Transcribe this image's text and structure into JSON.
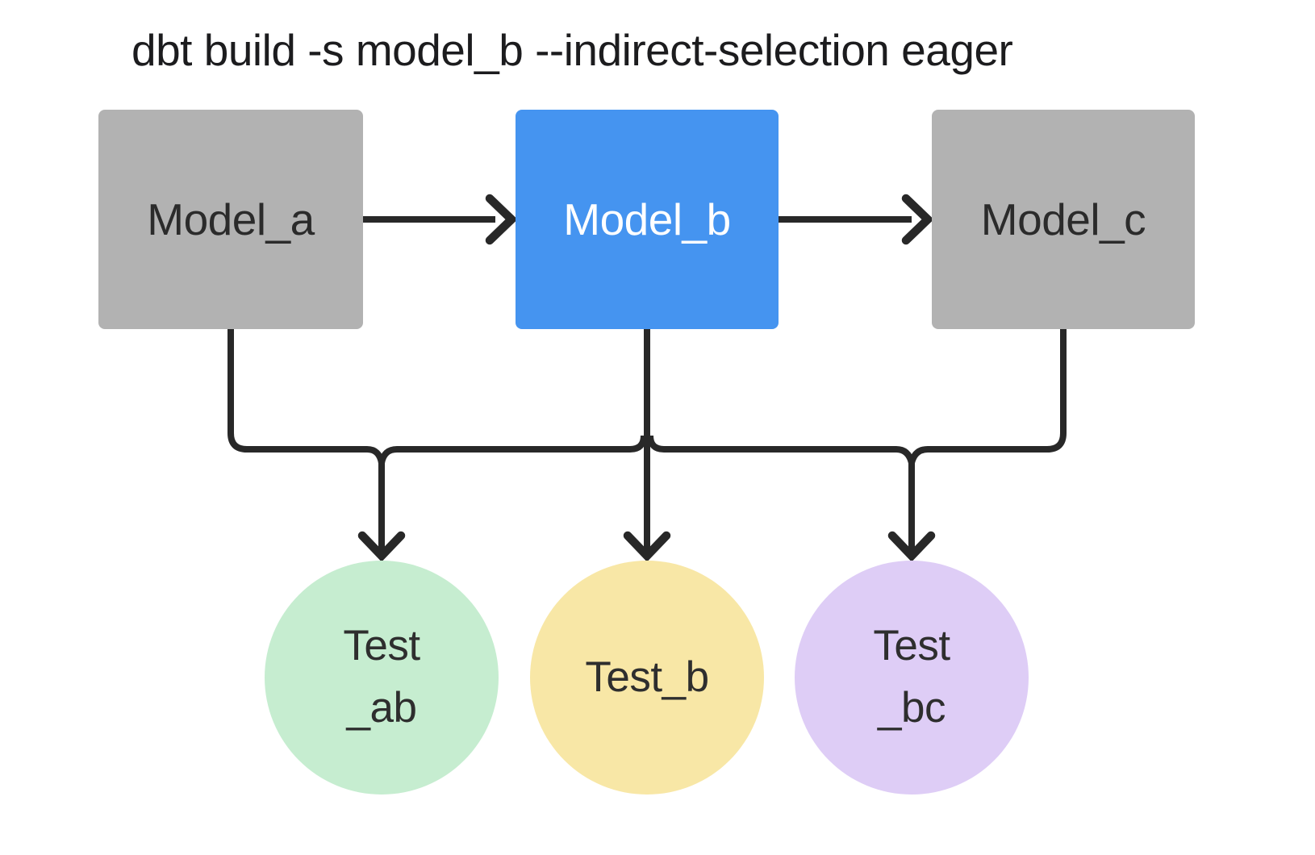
{
  "title": "dbt build -s model_b --indirect-selection eager",
  "diagram": {
    "models": [
      {
        "label": "Model_a",
        "fill": "#b2b2b2",
        "text_color": "#2b2b2b",
        "selected": false
      },
      {
        "label": "Model_b",
        "fill": "#4594f0",
        "text_color": "#ffffff",
        "selected": true
      },
      {
        "label": "Model_c",
        "fill": "#b2b2b2",
        "text_color": "#2b2b2b",
        "selected": false
      }
    ],
    "tests": [
      {
        "line1": "Test",
        "line2": "_ab",
        "fill": "#c6edd0"
      },
      {
        "line1": "Test_b",
        "line2": "",
        "fill": "#f8e7a6"
      },
      {
        "line1": "Test",
        "line2": "_bc",
        "fill": "#decdf6"
      }
    ],
    "edges": [
      "Model_a -> Model_b",
      "Model_b -> Model_c",
      "Model_a, Model_b, Model_c -> shared bus",
      "bus -> Test_ab",
      "bus -> Test_b",
      "bus -> Test_bc"
    ],
    "line_color": "#282828"
  }
}
